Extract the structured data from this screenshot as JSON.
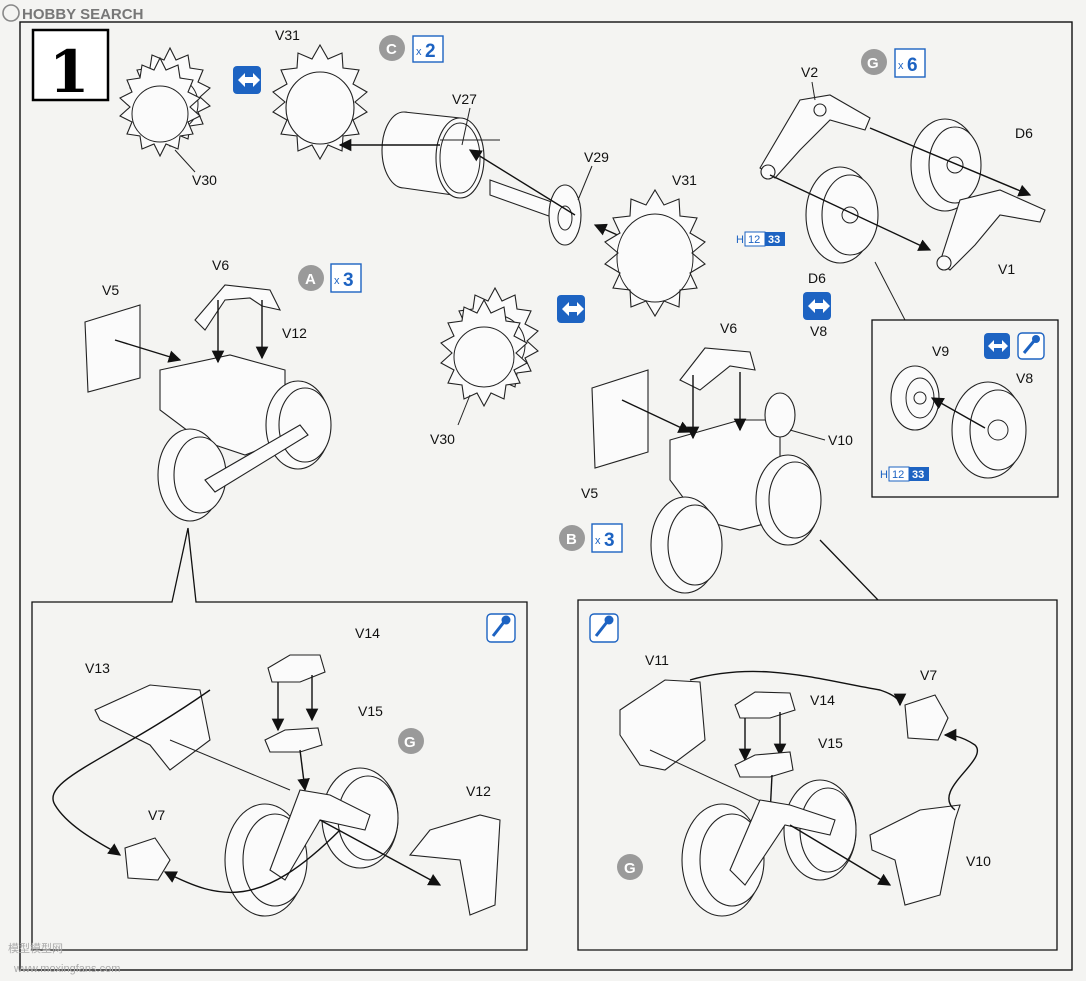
{
  "watermark": {
    "top": "HOBBY SEARCH",
    "bottom_cn": "模型模型网",
    "bottom_url": "www.moxingfans.com"
  },
  "step": {
    "number": "1"
  },
  "badges": {
    "a": {
      "letter": "A",
      "x": "x",
      "count": "3"
    },
    "b": {
      "letter": "B",
      "x": "x",
      "count": "3"
    },
    "c": {
      "letter": "C",
      "x": "x",
      "count": "2"
    },
    "g": {
      "letter": "G",
      "x": "x",
      "count": "6"
    }
  },
  "paint": {
    "h_prefix": "H",
    "code1": "12",
    "code2": "33"
  },
  "labels": {
    "v30_top": "V30",
    "v31_upper": "V31",
    "v27": "V27",
    "v29": "V29",
    "v31_right": "V31",
    "v30_middle": "V30",
    "v2": "V2",
    "d6_right": "D6",
    "v1": "V1",
    "d6_bottom": "D6",
    "v8_bottom": "V8",
    "v9": "V9",
    "v8_detail": "V8",
    "v6_a": "V6",
    "v5_a": "V5",
    "v12_a": "V12",
    "v6_b": "V6",
    "v5_b": "V5",
    "v10": "V10",
    "v13": "V13",
    "v14_left": "V14",
    "v15_left": "V15",
    "v7_left": "V7",
    "v12_left": "V12",
    "v11": "V11",
    "v14_right": "V14",
    "v15_right": "V15",
    "v7_right": "V7",
    "v10_right": "V10"
  },
  "icons": [
    "flip-icon",
    "glue-icon"
  ],
  "colors": {
    "accent_blue": "#1d63c2",
    "badge_gray": "#9a9a9a"
  }
}
